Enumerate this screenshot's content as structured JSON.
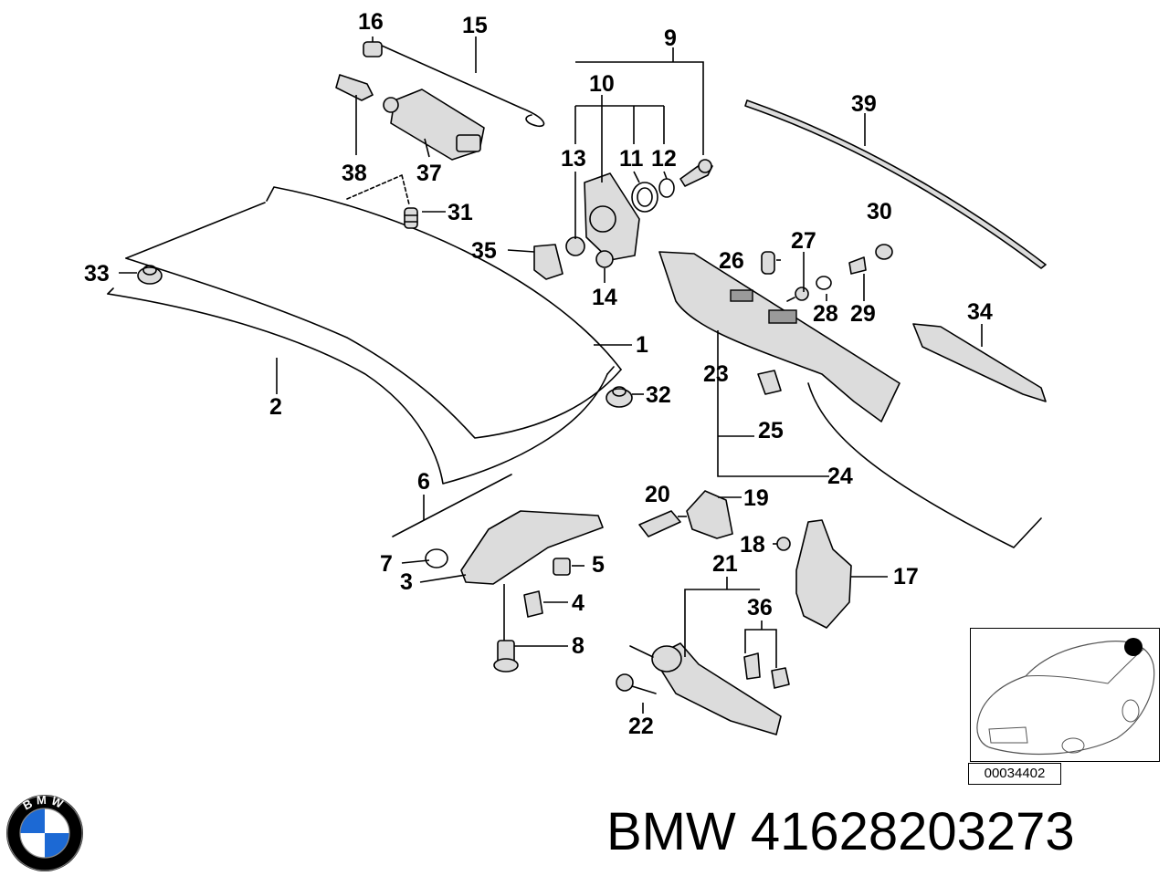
{
  "callouts": {
    "c1": "1",
    "c2": "2",
    "c3": "3",
    "c4": "4",
    "c5": "5",
    "c6": "6",
    "c7": "7",
    "c8": "8",
    "c9": "9",
    "c10": "10",
    "c11": "11",
    "c12": "12",
    "c13": "13",
    "c14": "14",
    "c15": "15",
    "c16": "16",
    "c17": "17",
    "c18": "18",
    "c19": "19",
    "c20": "20",
    "c21": "21",
    "c22": "22",
    "c23": "23",
    "c24": "24",
    "c25": "25",
    "c26": "26",
    "c27": "27",
    "c28": "28",
    "c29": "29",
    "c30": "30",
    "c31": "31",
    "c32": "32",
    "c33": "33",
    "c34": "34",
    "c35": "35",
    "c36": "36",
    "c37": "37",
    "c38": "38",
    "c39": "39"
  },
  "locator": {
    "code": "00034402"
  },
  "footer": {
    "brand_text": "BMW",
    "part_number": "41628203273",
    "label": "BMW 41628203273"
  },
  "logo": {
    "text": "BMW",
    "colors": {
      "blue": "#1c69d4",
      "ring": "#000000",
      "white": "#ffffff"
    }
  }
}
